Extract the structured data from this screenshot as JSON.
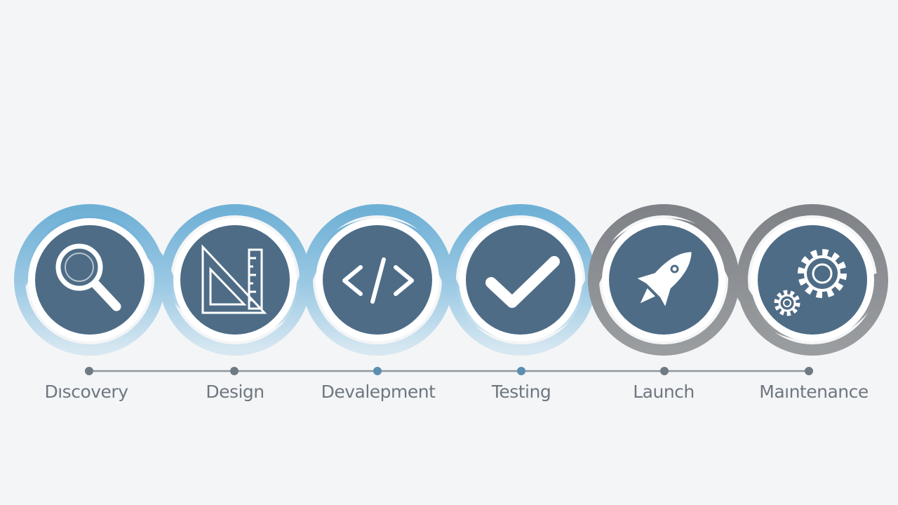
{
  "diagram": {
    "steps": [
      {
        "id": "discovery",
        "label": "Dıscovery",
        "icon": "magnifying-glass-icon",
        "ring_color": "#7cb6d8"
      },
      {
        "id": "design",
        "label": "Design",
        "icon": "set-square-ruler-icon",
        "ring_color": "#7cb6d8"
      },
      {
        "id": "development",
        "label": "Devalepment",
        "icon": "code-brackets-icon",
        "ring_color": "#7cb6d8"
      },
      {
        "id": "testing",
        "label": "Testing",
        "icon": "checkmark-icon",
        "ring_color": "#7cb6d8"
      },
      {
        "id": "launch",
        "label": "Launch",
        "icon": "rocket-icon",
        "ring_color": "#8a8d90"
      },
      {
        "id": "maintenance",
        "label": "Maıntenance",
        "icon": "gears-icon",
        "ring_color": "#8a8d90"
      }
    ],
    "colors": {
      "background": "#f4f5f6",
      "circle_fill": "#4e6c86",
      "accent_blue": "#7cb6d8",
      "accent_gray": "#8a8d90",
      "timeline": "#8e969c",
      "label_text": "#6e7780",
      "icon_stroke": "#ffffff"
    }
  }
}
